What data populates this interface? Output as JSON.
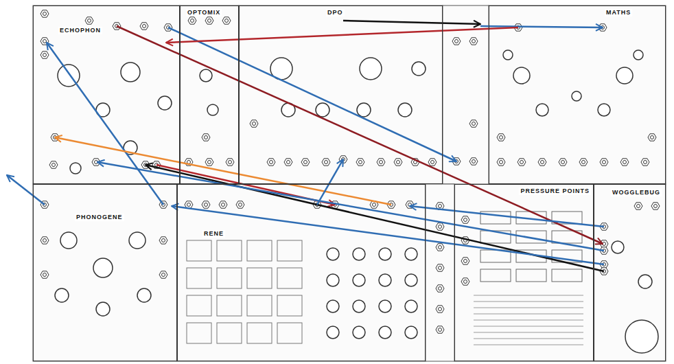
{
  "diagram": {
    "nodes": [
      {
        "text": [
          "ECHOPHON"
        ]
      },
      {
        "text": [
          "OPTOMIX"
        ]
      },
      {
        "text": [
          "DPO"
        ]
      },
      {
        "text": [
          "MATHS"
        ]
      },
      {
        "text": [
          "PHONOGENE"
        ]
      },
      {
        "text": [
          "RENE"
        ]
      },
      {
        "text": [
          "PRESSURE POINTS"
        ]
      },
      {
        "text": [
          "WOGGLEBUG"
        ]
      }
    ],
    "edges": [
      {
        "from": 3,
        "to": 0,
        "arrow": "to"
      },
      {
        "from": 0,
        "to": 7,
        "arrow": "to"
      },
      {
        "from": 4,
        "to": 0,
        "arrow": "to"
      },
      {
        "from": 5,
        "to": 0,
        "arrow": "to"
      },
      {
        "from": 0,
        "to": 5,
        "arrow": "to"
      },
      {
        "from": 7,
        "to": 0,
        "arrow": "to"
      },
      {
        "from": 7,
        "to": 0,
        "arrow": "to"
      },
      {
        "from": 5,
        "to": 2,
        "arrow": "to"
      },
      {
        "from": 7,
        "to": 5,
        "arrow": "to"
      },
      {
        "from": 7,
        "to": 4,
        "arrow": "to"
      }
    ]
  }
}
